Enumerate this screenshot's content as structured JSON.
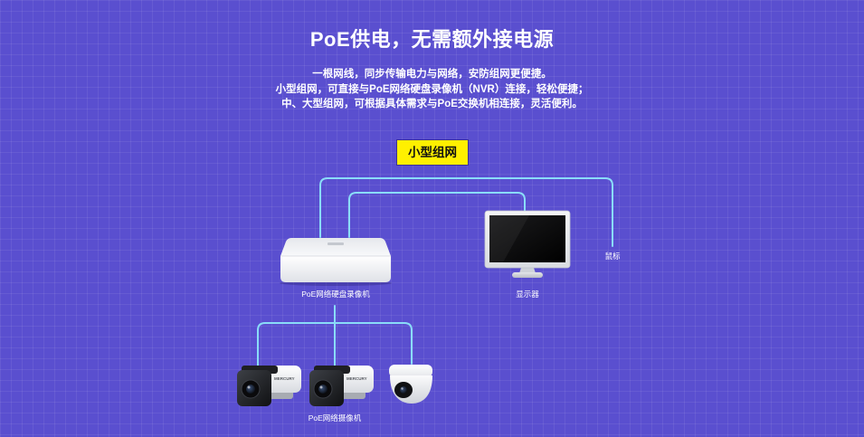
{
  "title": "PoE供电，无需额外接电源",
  "description": [
    "一根网线，同步传输电力与网络，安防组网更便捷。",
    "小型组网，可直接与PoE网络硬盘录像机（NVR）连接，轻松便捷；",
    "中、大型组网，可根据具体需求与PoE交换机相连接，灵活便利。"
  ],
  "badge": "小型组网",
  "diagram": {
    "nvr_label": "PoE网络硬盘录像机",
    "monitor_label": "显示器",
    "mouse_label": "鼠标",
    "camera_label": "PoE网络摄像机",
    "camera_brand": "MERCURY"
  },
  "icons": {
    "nvr": "nvr-image",
    "monitor": "monitor-image",
    "bullet_camera": "bullet-camera-image",
    "dome_camera": "dome-camera-image"
  },
  "colors": {
    "background": "#5a4fcf",
    "grid": "rgba(255,255,255,0.07)",
    "line": "#8adcf8",
    "badge": "#fff000",
    "text": "#ffffff"
  }
}
